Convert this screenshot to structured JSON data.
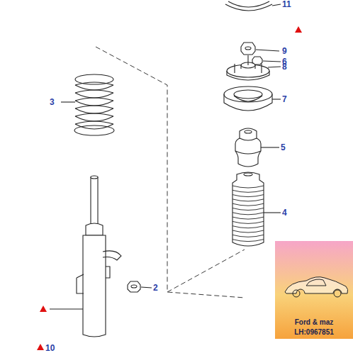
{
  "diagram": {
    "nodes": [
      {
        "text": [
          "Ford & maz",
          "LH:0967851"
        ]
      }
    ],
    "labels": [
      "11",
      "9",
      "6",
      "8",
      "7",
      "5",
      "4",
      "3",
      "2",
      "10"
    ]
  }
}
